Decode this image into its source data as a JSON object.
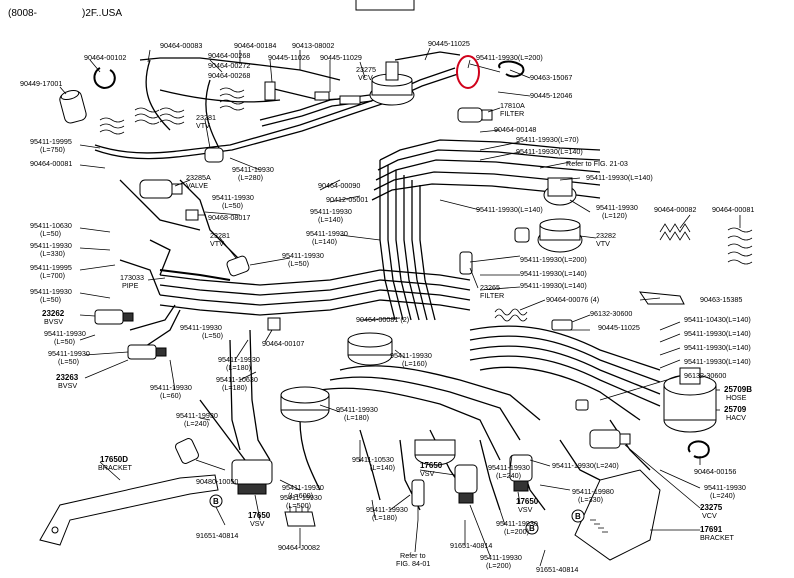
{
  "header": {
    "code": "(8008-",
    "model": ")2F..USA"
  },
  "callouts": [
    {
      "id": "c1",
      "text": "90464-00083"
    },
    {
      "id": "c2",
      "text": "90464-00184"
    },
    {
      "id": "c3",
      "text": "90413-08002"
    },
    {
      "id": "c4",
      "text": "90445-11025"
    },
    {
      "id": "c5",
      "text": "90464-00102"
    },
    {
      "id": "c6",
      "text": "90464-00268"
    },
    {
      "id": "c7",
      "text": "90464-00272"
    },
    {
      "id": "c8",
      "text": "90464-00268"
    },
    {
      "id": "c9",
      "text": "90445-11026"
    },
    {
      "id": "c10",
      "text": "90445-11029"
    },
    {
      "id": "c11",
      "text": "23275"
    },
    {
      "id": "c12",
      "text": "VCV"
    },
    {
      "id": "c13",
      "text": "95411-19930(L=200)"
    },
    {
      "id": "c14",
      "text": "90463-15067"
    },
    {
      "id": "c15",
      "text": "90445-12046"
    },
    {
      "id": "c16",
      "text": "90449-17001"
    },
    {
      "id": "c17",
      "text": "17810A"
    },
    {
      "id": "c18",
      "text": "FILTER"
    },
    {
      "id": "c19",
      "text": "23281"
    },
    {
      "id": "c20",
      "text": "VTV"
    },
    {
      "id": "c21",
      "text": "90464-00148"
    },
    {
      "id": "c22",
      "text": "95411-19930(L=70)"
    },
    {
      "id": "c23",
      "text": "95411-19930(L=140)"
    },
    {
      "id": "c24",
      "text": "95411-19995"
    },
    {
      "id": "c25",
      "text": "(L=750)"
    },
    {
      "id": "c26",
      "text": "Refer to FIG. 21-03"
    },
    {
      "id": "c27",
      "text": "95411-19930(L=140)"
    },
    {
      "id": "c28",
      "text": "90464-00081"
    },
    {
      "id": "c29",
      "text": "95411-19930"
    },
    {
      "id": "c30",
      "text": "(L=280)"
    },
    {
      "id": "c31",
      "text": "23285A"
    },
    {
      "id": "c32",
      "text": "VALVE"
    },
    {
      "id": "c33",
      "text": "90464-00090"
    },
    {
      "id": "c34",
      "text": "90412-05001"
    },
    {
      "id": "c35",
      "text": "95411-19930"
    },
    {
      "id": "c36",
      "text": "(L=140)"
    },
    {
      "id": "c37",
      "text": "95411-19930(L=140)"
    },
    {
      "id": "c38",
      "text": "95411-19930"
    },
    {
      "id": "c39",
      "text": "(L=120)"
    },
    {
      "id": "c40",
      "text": "90464-00082"
    },
    {
      "id": "c41",
      "text": "90464-00081"
    },
    {
      "id": "c42",
      "text": "95411-19930"
    },
    {
      "id": "c43",
      "text": "(L=50)"
    },
    {
      "id": "c44",
      "text": "90468-08017"
    },
    {
      "id": "c45",
      "text": "95411-10630"
    },
    {
      "id": "c46",
      "text": "(L=50)"
    },
    {
      "id": "c47",
      "text": "95411-19930"
    },
    {
      "id": "c48",
      "text": "(L=330)"
    },
    {
      "id": "c49",
      "text": "95411-19995"
    },
    {
      "id": "c50",
      "text": "(L=700)"
    },
    {
      "id": "c51",
      "text": "23281"
    },
    {
      "id": "c52",
      "text": "VTV"
    },
    {
      "id": "c53",
      "text": "95411-19930"
    },
    {
      "id": "c54",
      "text": "(L=140)"
    },
    {
      "id": "c55",
      "text": "23282"
    },
    {
      "id": "c56",
      "text": "VTV"
    },
    {
      "id": "c57",
      "text": "95411-19930(L=200)"
    },
    {
      "id": "c58",
      "text": "95411-19930"
    },
    {
      "id": "c59",
      "text": "(L=50)"
    },
    {
      "id": "c60",
      "text": "173033"
    },
    {
      "id": "c61",
      "text": "PIPE"
    },
    {
      "id": "c62",
      "text": "95411-19930(L=140)"
    },
    {
      "id": "c63",
      "text": "95411-19930(L=140)"
    },
    {
      "id": "c64",
      "text": "95411-19930"
    },
    {
      "id": "c65",
      "text": "(L=50)"
    },
    {
      "id": "c66",
      "text": "23265"
    },
    {
      "id": "c67",
      "text": "FILTER"
    },
    {
      "id": "c68",
      "text": "90464-00076 (4)"
    },
    {
      "id": "c69",
      "text": "90463-15385"
    },
    {
      "id": "c70",
      "text": "23262"
    },
    {
      "id": "c71",
      "text": "BVSV"
    },
    {
      "id": "c72",
      "text": "95411-19930"
    },
    {
      "id": "c73",
      "text": "(L=50)"
    },
    {
      "id": "c74",
      "text": "95411-19930"
    },
    {
      "id": "c75",
      "text": "(L=50)"
    },
    {
      "id": "c76",
      "text": "96132-30600"
    },
    {
      "id": "c77",
      "text": "90464-00081 (2)"
    },
    {
      "id": "c78",
      "text": "90445-11025"
    },
    {
      "id": "c79",
      "text": "95411-10430(L=140)"
    },
    {
      "id": "c80",
      "text": "95411-19930(L=140)"
    },
    {
      "id": "c81",
      "text": "90464-00107"
    },
    {
      "id": "c82",
      "text": "95411-19930(L=140)"
    },
    {
      "id": "c83",
      "text": "95411-19930"
    },
    {
      "id": "c84",
      "text": "(L=50)"
    },
    {
      "id": "c85",
      "text": "95411-19930"
    },
    {
      "id": "c86",
      "text": "(L=180)"
    },
    {
      "id": "c87",
      "text": "95411-19930"
    },
    {
      "id": "c88",
      "text": "(L=160)"
    },
    {
      "id": "c89",
      "text": "95411-19930(L=140)"
    },
    {
      "id": "c90",
      "text": "23263"
    },
    {
      "id": "c91",
      "text": "BVSV"
    },
    {
      "id": "c92",
      "text": "95411-10630"
    },
    {
      "id": "c93",
      "text": "(L=180)"
    },
    {
      "id": "c94",
      "text": "96132-30600"
    },
    {
      "id": "c95",
      "text": "25709B"
    },
    {
      "id": "c96",
      "text": "HOSE"
    },
    {
      "id": "c97",
      "text": "25709"
    },
    {
      "id": "c98",
      "text": "HACV"
    },
    {
      "id": "c99",
      "text": "95411-19930"
    },
    {
      "id": "c100",
      "text": "(L=60)"
    },
    {
      "id": "c101",
      "text": "95411-19930"
    },
    {
      "id": "c102",
      "text": "(L=240)"
    },
    {
      "id": "c103",
      "text": "95411-19930"
    },
    {
      "id": "c104",
      "text": "(L=180)"
    },
    {
      "id": "c105",
      "text": "17650D"
    },
    {
      "id": "c106",
      "text": "BRACKET"
    },
    {
      "id": "c107",
      "text": "17650"
    },
    {
      "id": "c108",
      "text": "VSV"
    },
    {
      "id": "c109",
      "text": "95411-19930(L=240)"
    },
    {
      "id": "c110",
      "text": "90464-00156"
    },
    {
      "id": "c111",
      "text": "95411-19930"
    },
    {
      "id": "c112",
      "text": "(L=600)"
    },
    {
      "id": "c113",
      "text": "95411-10530"
    },
    {
      "id": "c114",
      "text": "(L=140)"
    },
    {
      "id": "c115",
      "text": "95411-19930"
    },
    {
      "id": "c116",
      "text": "(L=240)"
    },
    {
      "id": "c117",
      "text": "90480-10050"
    },
    {
      "id": "c118",
      "text": "95411-19930"
    },
    {
      "id": "c119",
      "text": "(L=500)"
    },
    {
      "id": "c120",
      "text": "17650"
    },
    {
      "id": "c121",
      "text": "VSV"
    },
    {
      "id": "c122",
      "text": "95411-19980"
    },
    {
      "id": "c123",
      "text": "(L=330)"
    },
    {
      "id": "c124",
      "text": "95411-19930"
    },
    {
      "id": "c125",
      "text": "(L=240)"
    },
    {
      "id": "c126",
      "text": "23275"
    },
    {
      "id": "c127",
      "text": "VCV"
    },
    {
      "id": "c128",
      "text": "91651-40814"
    },
    {
      "id": "c129",
      "text": "17650"
    },
    {
      "id": "c130",
      "text": "VSV"
    },
    {
      "id": "c131",
      "text": "95411-19930"
    },
    {
      "id": "c132",
      "text": "(L=180)"
    },
    {
      "id": "c133",
      "text": "95411-19930"
    },
    {
      "id": "c134",
      "text": "(L=200)"
    },
    {
      "id": "c135",
      "text": "90464-J0082"
    },
    {
      "id": "c136",
      "text": "Refer to"
    },
    {
      "id": "c137",
      "text": "FIG. 84-01"
    },
    {
      "id": "c138",
      "text": "91651-40814"
    },
    {
      "id": "c139",
      "text": "95411-19930"
    },
    {
      "id": "c140",
      "text": "(L=200)"
    },
    {
      "id": "c141",
      "text": "91651-40814"
    },
    {
      "id": "c142",
      "text": "17691"
    },
    {
      "id": "c143",
      "text": "BRACKET"
    }
  ],
  "markers": [
    {
      "id": "m1",
      "text": "B"
    },
    {
      "id": "m2",
      "text": "B"
    },
    {
      "id": "m3",
      "text": "B"
    }
  ],
  "highlight_color": "#d0021b"
}
